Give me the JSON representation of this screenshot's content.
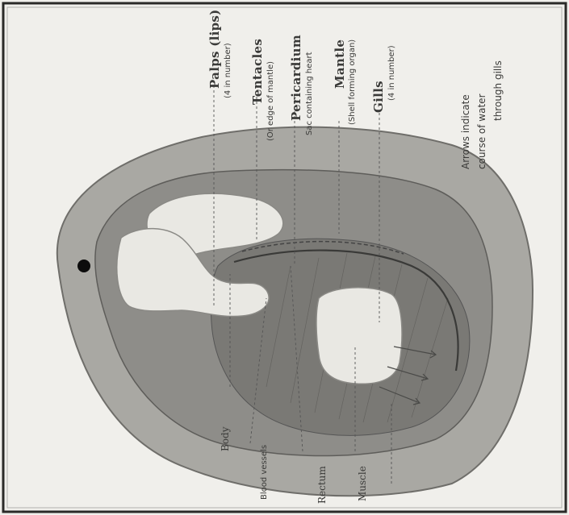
{
  "labels": {
    "palps": "Palps (lips)",
    "palps_note": "(4 in number)",
    "tentacles": "Tentacles",
    "tentacles_note": "(Or edge of mantle)",
    "pericardium": "Pericardium",
    "pericardium_note": "Sac containing heart",
    "mantle": "Mantle",
    "mantle_note": "(Shell forming organ)",
    "gills": "Gills",
    "gills_note": "(4 in number)",
    "arrows_line1": "Arrows indicate",
    "arrows_line2": "course of water",
    "arrows_line3": "through gills",
    "body": "Body",
    "blood_vessels": "Blood vessels",
    "rectum": "Rectum",
    "muscle": "Muscle"
  },
  "colors": {
    "background": "#f0efeb",
    "shell": "#a9a8a3",
    "mantle": "#7f7e7a",
    "gill": "#979691",
    "organ": "#e9e8e3",
    "eye": "#0c0c0c"
  }
}
